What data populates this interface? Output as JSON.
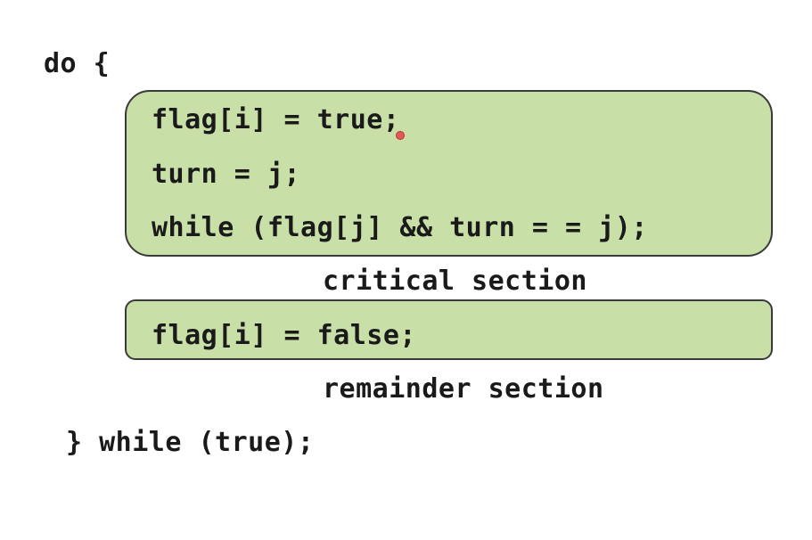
{
  "code": {
    "do_open": "do {",
    "entry_lines": [
      "flag[i] = true;",
      "turn = j;",
      "while (flag[j] && turn = = j);"
    ],
    "critical_label": "critical section",
    "exit_line": "flag[i] = false;",
    "remainder_label": "remainder section",
    "do_close": "} while (true);"
  },
  "colors": {
    "box_fill": "#c9dfa8",
    "box_border": "#3a3a3a",
    "text": "#1a1a1a",
    "pointer": "#e05a5a"
  }
}
